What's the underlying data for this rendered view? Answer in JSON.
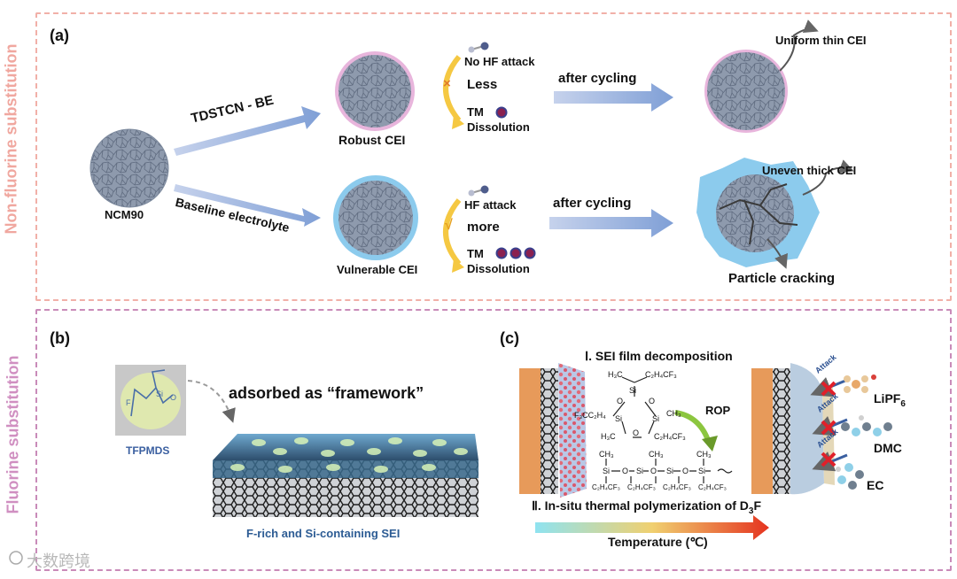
{
  "side_labels": {
    "top": "Non-fluorine substitution",
    "bottom": "Fluorine substitution"
  },
  "panel_a": {
    "label": "(a)",
    "ncm": "NCM90",
    "path_top": "TDSTCN - BE",
    "path_bottom": "Baseline electrolyte",
    "robust": "Robust CEI",
    "vulnerable": "Vulnerable CEI",
    "no_hf": "No HF attack",
    "less": "Less",
    "tm1": "TM",
    "dissolution1": "Dissolution",
    "hf": "HF attack",
    "more": "more",
    "tm2": "TM",
    "dissolution2": "Dissolution",
    "after1": "after cycling",
    "after2": "after cycling",
    "uniform": "Uniform thin CEI",
    "uneven": "Uneven thick CEI",
    "cracking": "Particle cracking",
    "x_mark": "×",
    "check_mark": "√"
  },
  "panel_b": {
    "label": "(b)",
    "adsorbed": "adsorbed as “framework”",
    "tfpmds": "TFPMDS",
    "sei": "F-rich and Si-containing SEI",
    "mol_f": "F",
    "mol_si": "Si",
    "mol_o": "O"
  },
  "panel_c": {
    "label": "(c)",
    "title1": "Ⅰ. SEI film decomposition",
    "title2_main": "Ⅱ. In-situ thermal polymerization of D",
    "title2_sub": "3",
    "title2_end": "F",
    "rop": "ROP",
    "temperature": "Temperature (℃)",
    "lipf_main": "LiPF",
    "lipf_sub": "6",
    "dmc": "DMC",
    "ec": "EC",
    "attack": "Attack",
    "ring_top_h3c": "H₃C",
    "ring_top_c2": "C₂H₄CF₃",
    "ring_left": "F₃CC₂H₄",
    "ring_right_ch3": "CH₃",
    "ring_bot_h3c": "H₃C",
    "ring_bot_c2": "C₂H₄CF₃",
    "si": "Si",
    "o": "O",
    "chain_ch3": "CH₃",
    "chain_sub": "C₂H₄CF₃"
  },
  "watermark": "大数跨境"
}
